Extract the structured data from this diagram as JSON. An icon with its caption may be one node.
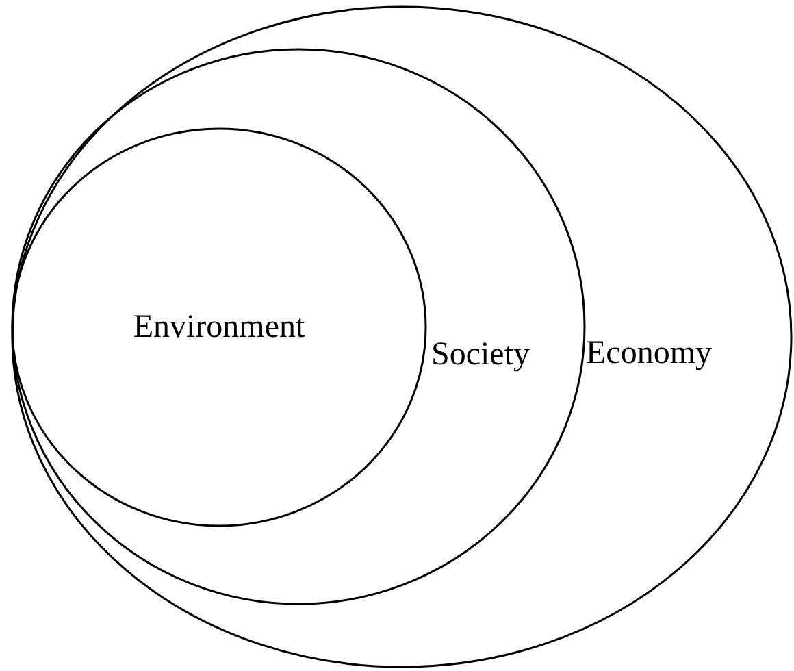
{
  "diagram": {
    "nodes": [
      {
        "text": [
          "Economy"
        ]
      },
      {
        "text": [
          "Society"
        ],
        "in": 0
      },
      {
        "text": [
          "Environment"
        ],
        "in": 1
      }
    ]
  }
}
